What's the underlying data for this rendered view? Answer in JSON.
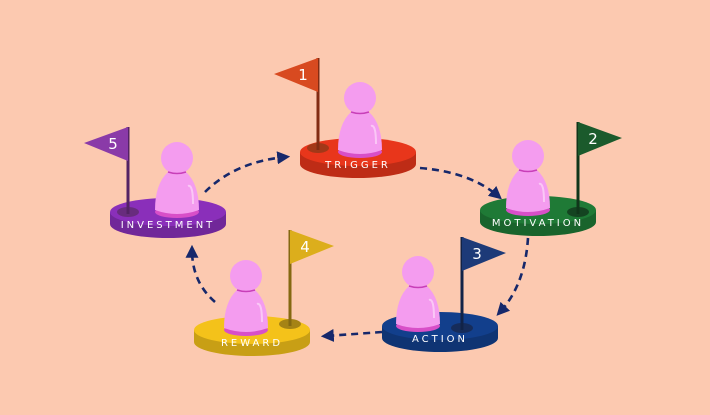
{
  "colors": {
    "background": "#fcc9b0",
    "pawn": "#f49cef",
    "arrow": "#16286b"
  },
  "stages": [
    {
      "key": "trigger",
      "label": "TRIGGER",
      "number": "1",
      "color": "#e8361b",
      "flag_color": "#d84a20"
    },
    {
      "key": "motivation",
      "label": "MOTIVATION",
      "number": "2",
      "color": "#1f7a36",
      "flag_color": "#1b5a2c"
    },
    {
      "key": "action",
      "label": "ACTION",
      "number": "3",
      "color": "#123f8c",
      "flag_color": "#1d3a78"
    },
    {
      "key": "reward",
      "label": "REWARD",
      "number": "4",
      "color": "#f4c21a",
      "flag_color": "#dcae1c"
    },
    {
      "key": "investment",
      "label": "INVESTMENT",
      "number": "5",
      "color": "#8a2fba",
      "flag_color": "#8a3aa8"
    }
  ]
}
